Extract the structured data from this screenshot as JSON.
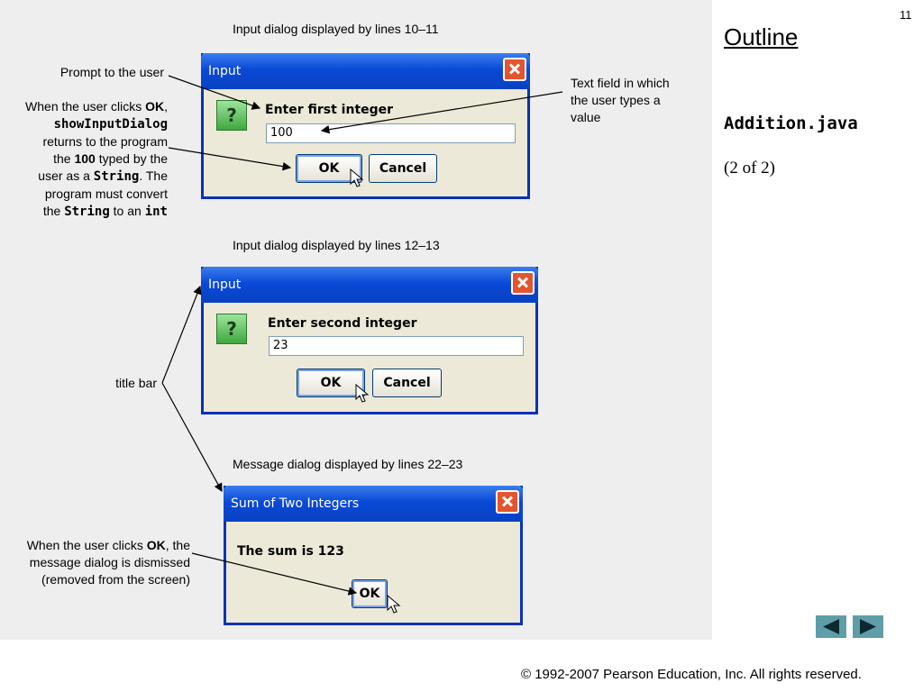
{
  "slide": {
    "page_number": "11",
    "outline_title": "Outline",
    "file_name": "Addition.java",
    "page_indicator": "(2 of 2)",
    "footer": "© 1992-2007 Pearson Education, Inc.  All rights reserved."
  },
  "captions": {
    "dialog1": "Input dialog displayed by lines 10–11",
    "dialog2": "Input dialog displayed by lines 12–13",
    "dialog3": "Message dialog displayed by lines 22–23"
  },
  "notes": {
    "prompt": "Prompt to the user",
    "text_field": [
      "Text field in which",
      "the user types a",
      "value"
    ],
    "ok_clicked": {
      "p1": "When the user clicks ",
      "ok": "OK",
      "p2": ",",
      "method": "showInputDialog",
      "p3": "returns to the program",
      "p4": "the ",
      "num": "100",
      "p5": " typed by the",
      "p6": "user as a ",
      "string1": "String",
      "p7": ". The",
      "p8": "program must convert",
      "p9": "the ",
      "string2": "String",
      "p10": " to an ",
      "int": "int"
    },
    "title_bar": "title bar",
    "dismissed": {
      "p1": "When the user clicks ",
      "ok": "OK",
      "p2": ", the",
      "p3": "message dialog is dismissed",
      "p4": "(removed from the screen)"
    }
  },
  "dialogs": [
    {
      "title": "Input",
      "icon": "question-icon",
      "prompt": "Enter first integer",
      "input_value": "100",
      "ok_label": "OK",
      "cancel_label": "Cancel"
    },
    {
      "title": "Input",
      "icon": "question-icon",
      "prompt": "Enter second integer",
      "input_value": "23",
      "ok_label": "OK",
      "cancel_label": "Cancel"
    },
    {
      "title": "Sum of Two Integers",
      "message": "The sum is 123",
      "ok_label": "OK"
    }
  ],
  "colors": {
    "title_bar": "#0a49d6",
    "close_button": "#e2552f",
    "nav_button": "#5f9ea8"
  }
}
